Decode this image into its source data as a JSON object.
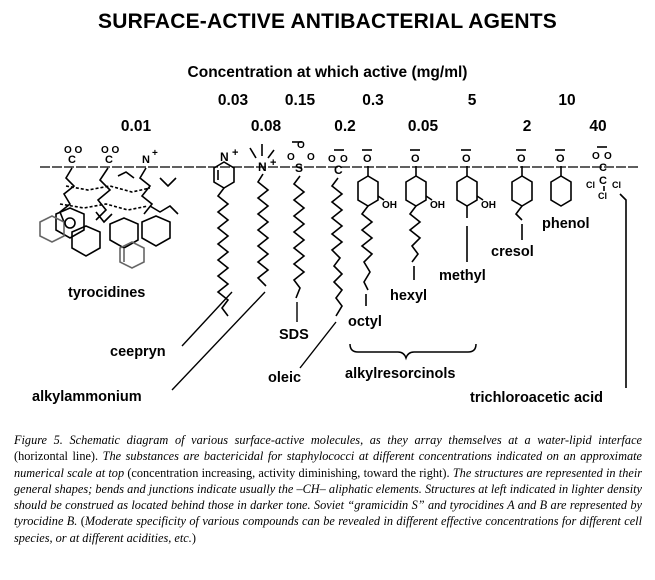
{
  "figure": {
    "title": "SURFACE-ACTIVE ANTIBACTERIAL AGENTS",
    "subtitle": "Concentration at which active (mg/ml)",
    "concentrations": {
      "tyrocidines": "0.01",
      "ceepryn": "0.03",
      "alkylammonium": "0.08",
      "sds": "0.15",
      "oleic": "0.2",
      "octyl": "0.3",
      "hexyl": "0.05",
      "methyl": "5",
      "cresol": "2",
      "phenol": "10",
      "trichloroacetic": "40"
    },
    "labels": {
      "tyrocidines": "tyrocidines",
      "ceepryn": "ceepryn",
      "alkylammonium": "alkylammonium",
      "sds": "SDS",
      "oleic": "oleic",
      "octyl": "octyl",
      "hexyl": "hexyl",
      "methyl": "methyl",
      "cresol": "cresol",
      "phenol": "phenol",
      "alkylresorcinols": "alkylresorcinols",
      "trichloroacetic": "trichloroacetic acid"
    }
  },
  "caption": {
    "figure_label": "Figure 5.",
    "text_1": " Schematic diagram of various surface-active molecules, as they array themselves at a water-lipid interface ",
    "upright_1": "(horizontal line).",
    "text_2": " The substances are bactericidal for staphylococci at different concentrations indicated on an approximate numerical scale at top ",
    "upright_2": "(concentration increasing, activity diminishing, toward the right).",
    "text_3": " The structures are represented in their general shapes; bends and junctions indicate usually the –CH– aliphatic elements. Structures at left indicated in lighter density should be construed as located behind those in darker tone. Soviet “gramicidin S” and tyrocidines A and B are represented by tyrocidine B. ",
    "upright_3": "(",
    "text_4": "Moderate specificity of various compounds can be revealed in different effective concentrations for different cell species, or at different acidities, etc.",
    "upright_4": ")"
  }
}
